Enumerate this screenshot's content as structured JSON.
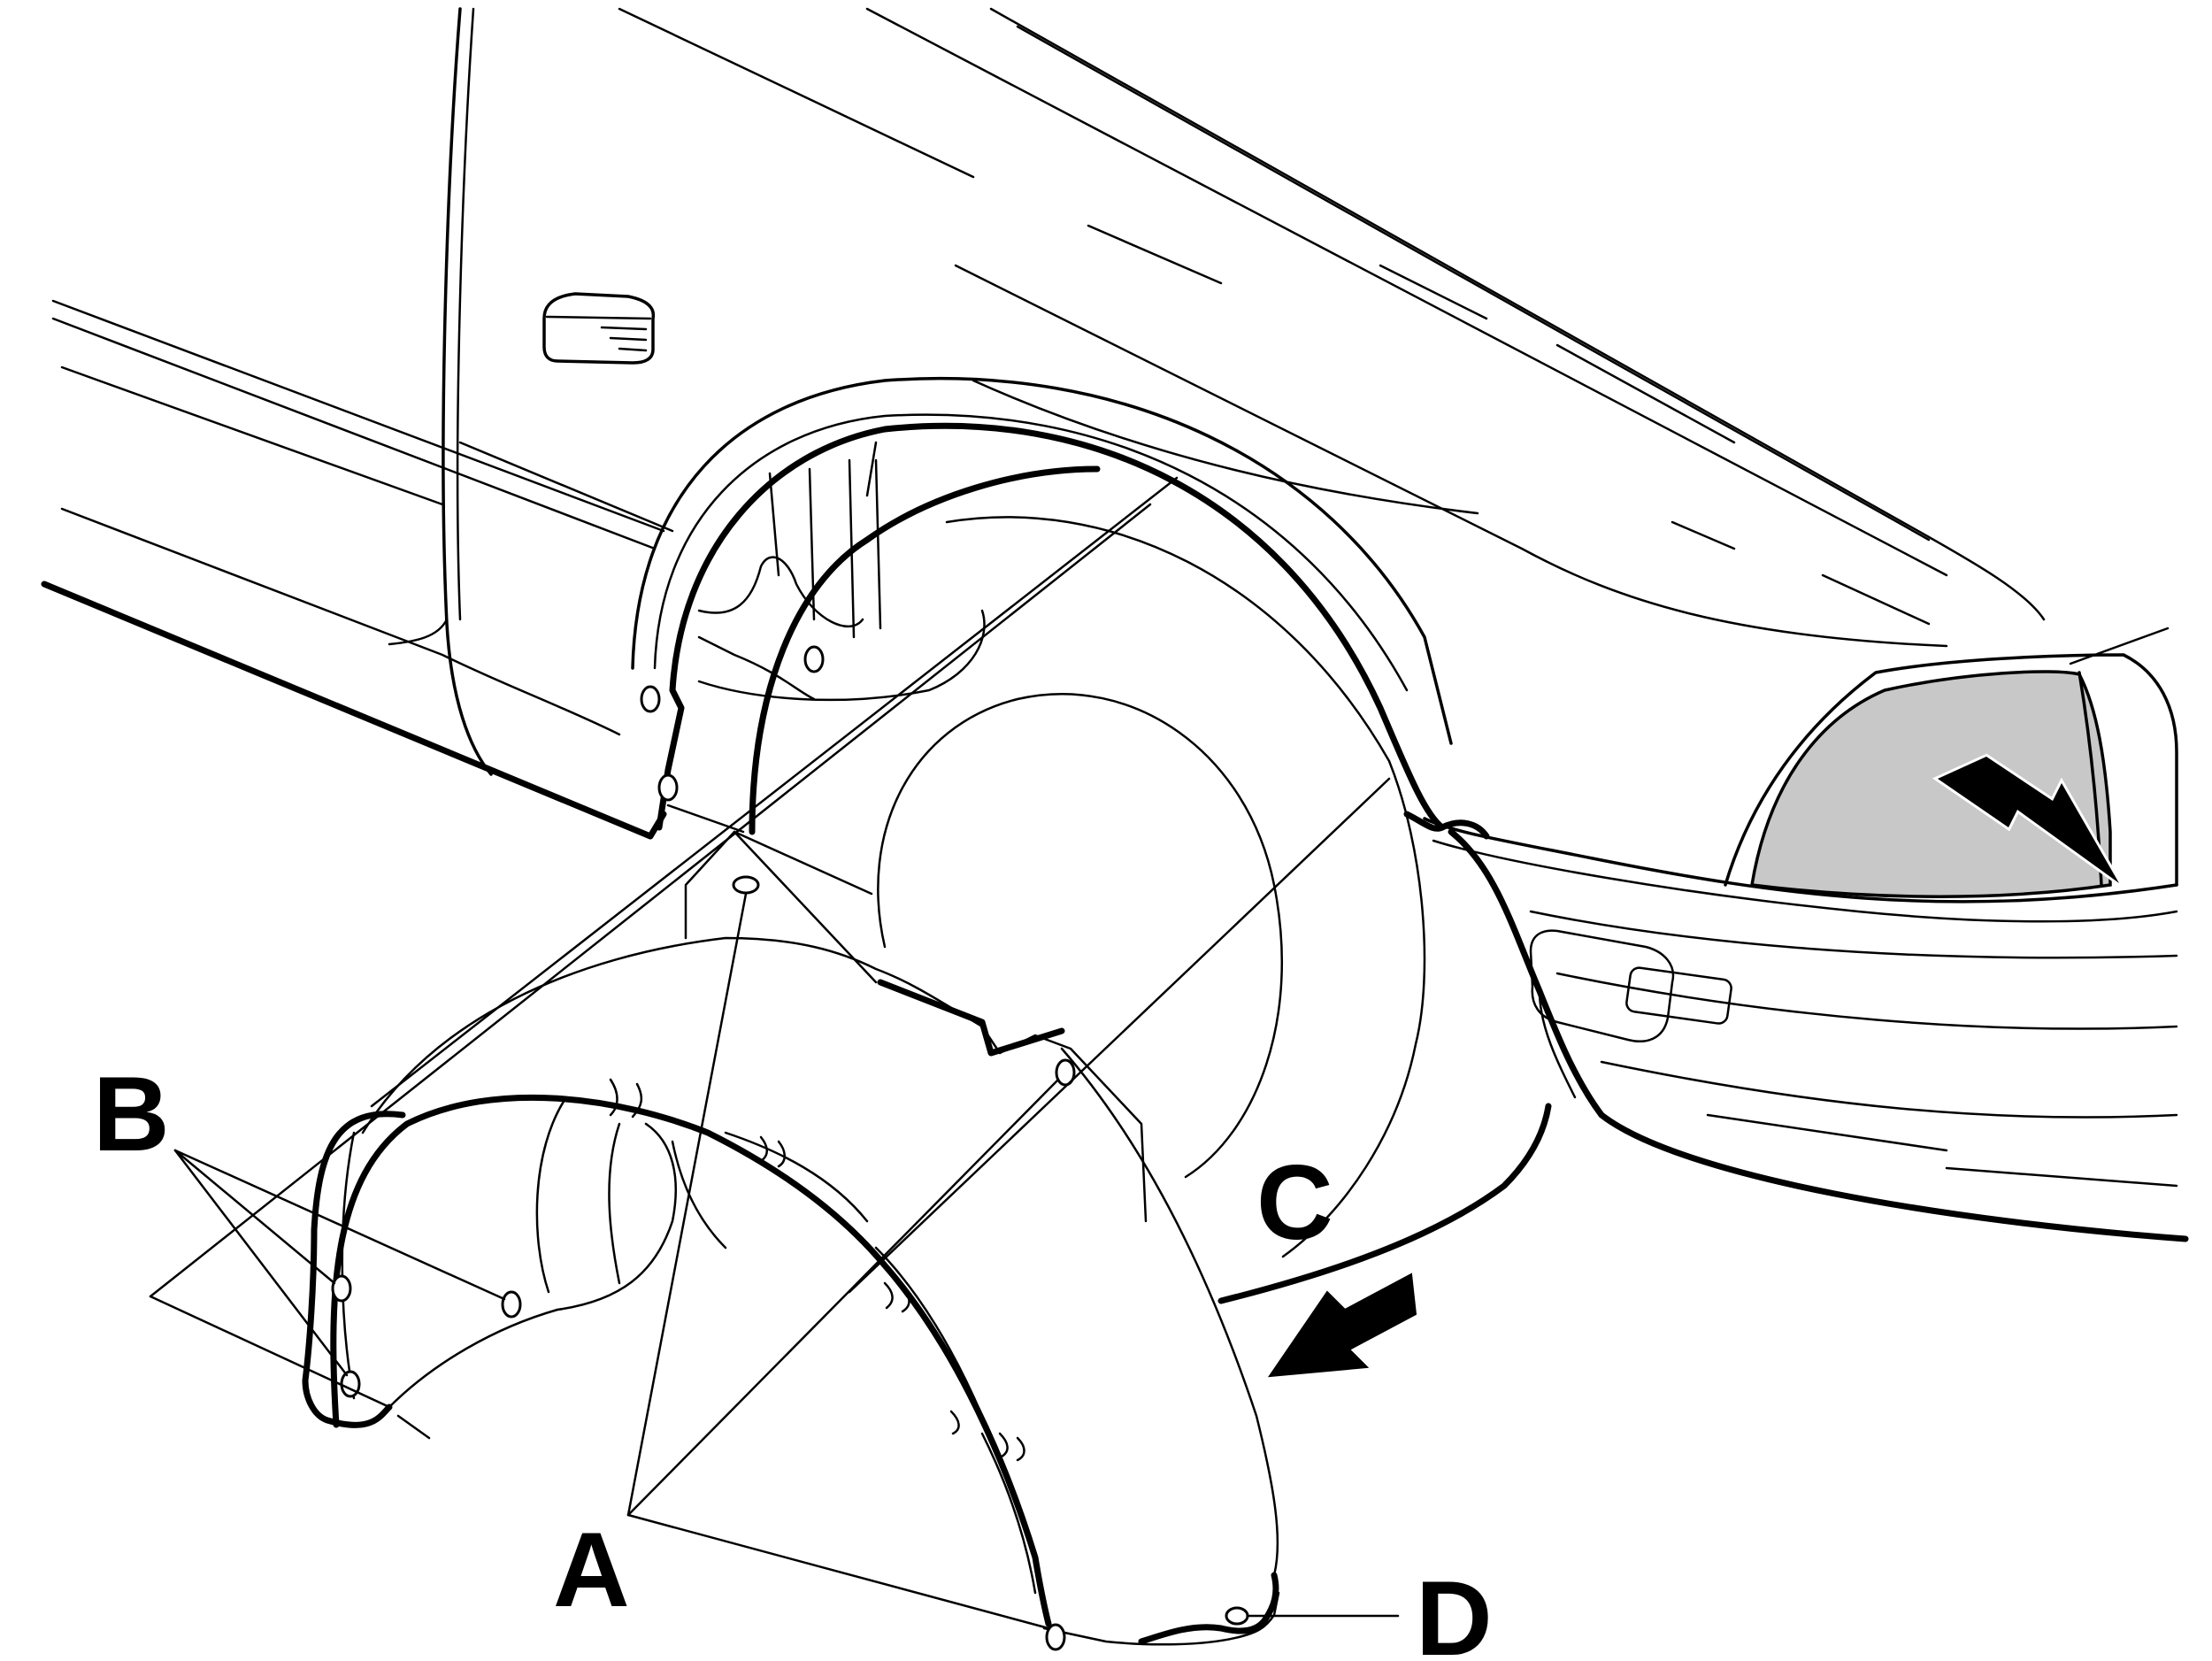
{
  "labels": {
    "a": "A",
    "b": "B",
    "c": "C",
    "d": "D"
  },
  "colors": {
    "line": "#000000",
    "background": "#ffffff",
    "shaded_panel": "#c8c8c8"
  },
  "icons": {
    "removal_arrow": "arrow-down-left-icon",
    "pointer_arrow": "arrow-down-right-icon"
  }
}
